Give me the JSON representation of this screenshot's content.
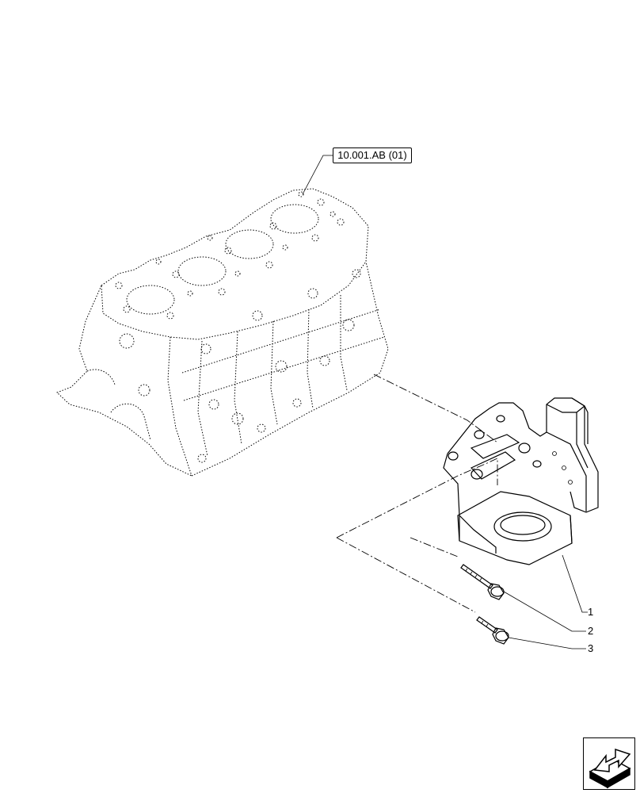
{
  "reference": {
    "label": "10.001.AB (01)"
  },
  "callouts": [
    {
      "number": "1",
      "part": "bracket"
    },
    {
      "number": "2",
      "part": "long-bolt"
    },
    {
      "number": "3",
      "part": "short-bolt"
    }
  ],
  "navigation": {
    "icon": "next-page-arrow-icon"
  }
}
